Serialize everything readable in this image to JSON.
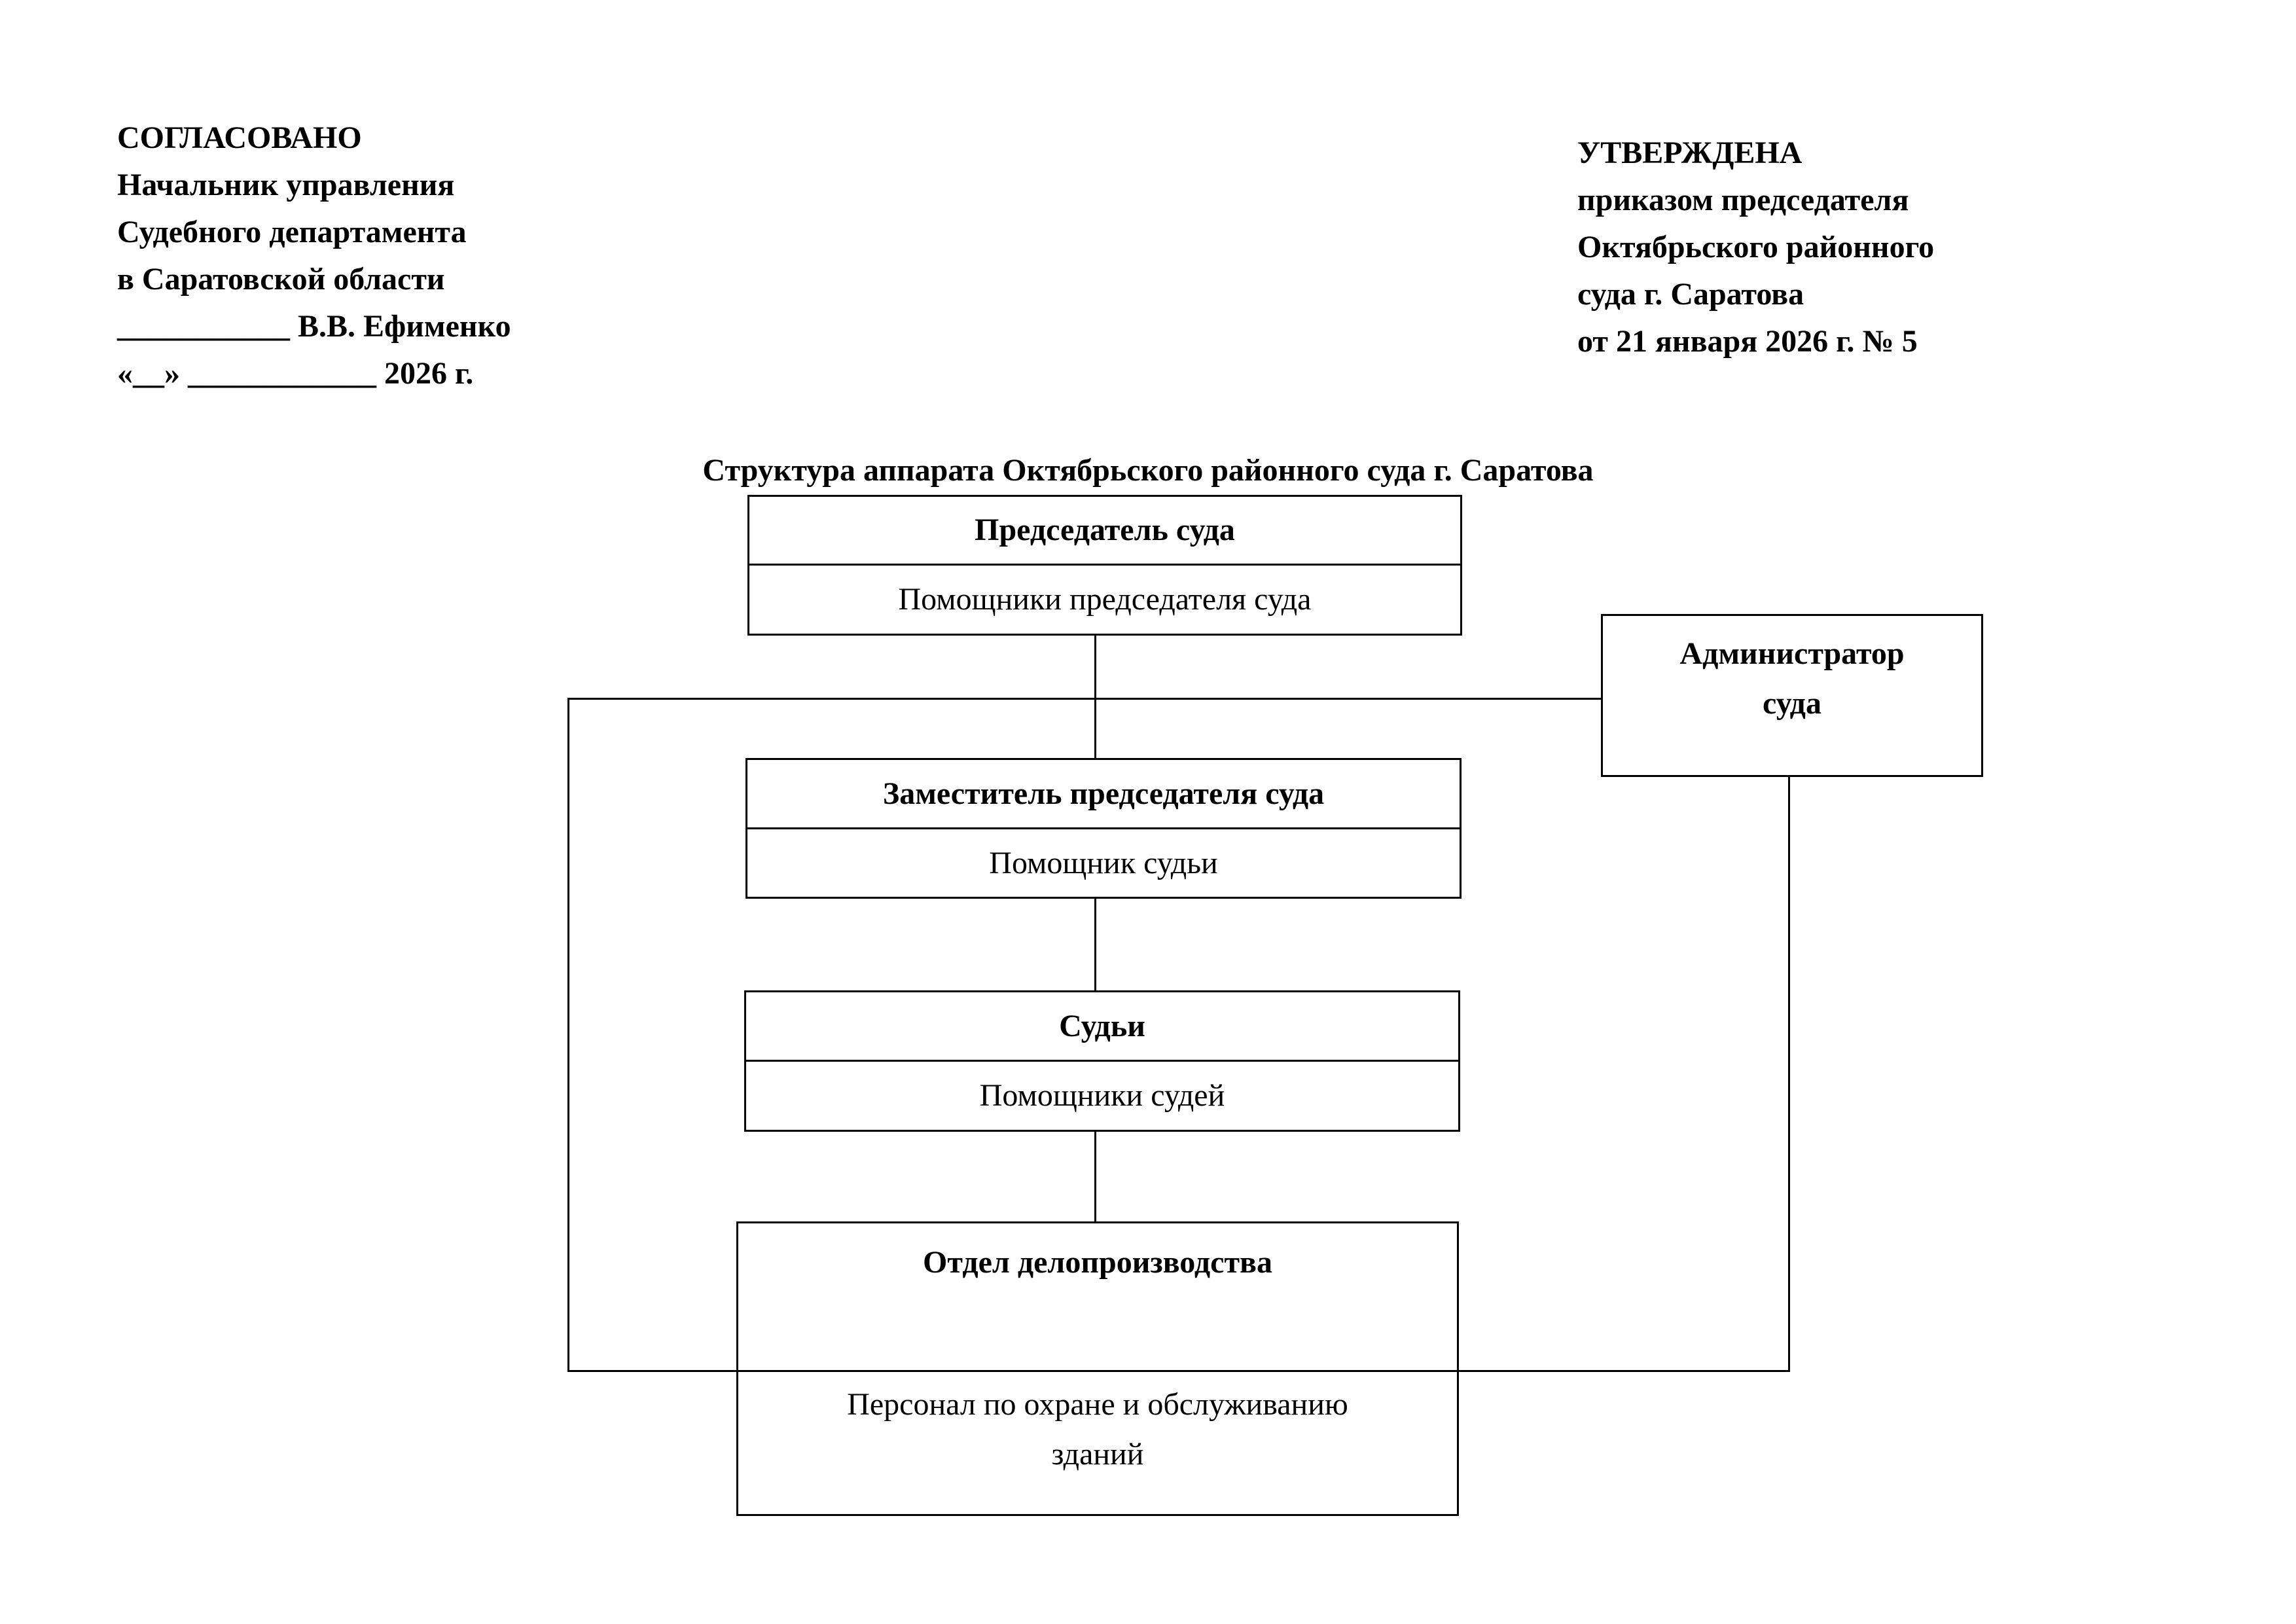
{
  "approval_left": {
    "lines": [
      "СОГЛАСОВАНО",
      "Начальник управления",
      "Судебного департамента",
      "в Саратовской области",
      "___________ В.В. Ефименко",
      "«__» ____________ 2026 г."
    ]
  },
  "approval_right": {
    "lines": [
      "УТВЕРЖДЕНА",
      "приказом председателя",
      "Октябрьского районного",
      "суда г. Саратова",
      "от 21 января 2026 г. № 5"
    ]
  },
  "title": "Структура аппарата Октябрьского районного суда г. Саратова",
  "org_chart": {
    "chairman": "Председатель суда",
    "chairman_assistants": "Помощники председателя суда",
    "administrator": "Администратор суда",
    "deputy_chairman": "Заместитель председателя суда",
    "judge_assistant": "Помощник судьи",
    "judges": "Судьи",
    "judges_assistants": "Помощники судей",
    "records_department": "Отдел делопроизводства",
    "maintenance_staff": "Персонал по охране и обслуживанию зданий"
  }
}
